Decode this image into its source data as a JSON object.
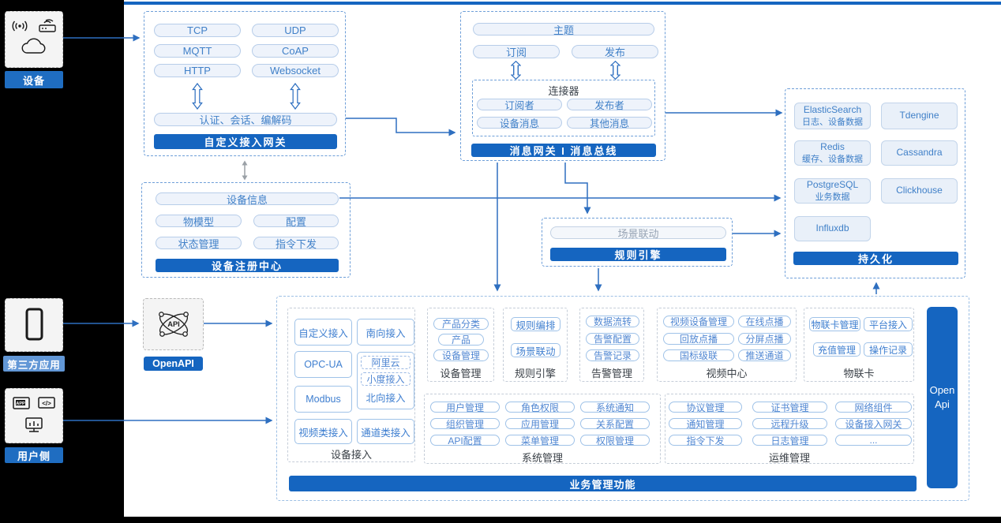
{
  "rails": {
    "device_label": "设备",
    "thirdparty_label": "第三方应用",
    "user_label": "用户侧"
  },
  "gateway": {
    "protocols": [
      "TCP",
      "UDP",
      "MQTT",
      "CoAP",
      "HTTP",
      "Websocket"
    ],
    "auth": "认证、会话、编解码",
    "bar": "自定义接入网关"
  },
  "message": {
    "topic": "主题",
    "subscribe": "订阅",
    "publish": "发布",
    "connector_title": "连接器",
    "connector_items": [
      "订阅者",
      "发布者",
      "设备消息",
      "其他消息"
    ],
    "bar": "消息网关 I 消息总线"
  },
  "registry": {
    "device_info": "设备信息",
    "items": [
      "物模型",
      "配置",
      "状态管理",
      "指令下发"
    ],
    "bar": "设备注册中心"
  },
  "rule": {
    "scene": "场景联动",
    "bar": "规则引擎"
  },
  "persistence": {
    "elasticsearch": "ElasticSearch",
    "elasticsearch_desc": "日志、设备数据",
    "tdengine": "Tdengine",
    "redis": "Redis",
    "redis_desc": "缓存、设备数据",
    "cassandra": "Cassandra",
    "postgresql": "PostgreSQL",
    "postgresql_desc": "业务数据",
    "clickhouse": "Clickhouse",
    "influxdb": "Influxdb",
    "bar": "持久化"
  },
  "openapi": {
    "label": "OpenAPI"
  },
  "business": {
    "access": {
      "label": "设备接入",
      "items": [
        "自定义接入",
        "南向接入",
        "OPC-UA",
        "阿里云",
        "小度接入",
        "北向接入",
        "Modbus",
        "视频类接入",
        "通道类接入"
      ]
    },
    "devmgmt": {
      "label": "设备管理",
      "items": [
        "产品分类",
        "产品",
        "设备管理"
      ]
    },
    "rules": {
      "label": "规则引擎",
      "items": [
        "规则编排",
        "场景联动"
      ]
    },
    "alarm": {
      "label": "告警管理",
      "items": [
        "数据流转",
        "告警配置",
        "告警记录"
      ]
    },
    "video": {
      "label": "视频中心",
      "items": [
        "视频设备管理",
        "在线点播",
        "回放点播",
        "分屏点播",
        "国标级联",
        "推送通道"
      ]
    },
    "iotcard": {
      "label": "物联卡",
      "items": [
        "物联卡管理",
        "平台接入",
        "充值管理",
        "操作记录"
      ]
    },
    "sys": {
      "label": "系统管理",
      "items": [
        "用户管理",
        "角色权限",
        "系统通知",
        "组织管理",
        "应用管理",
        "关系配置",
        "API配置",
        "菜单管理",
        "权限管理"
      ]
    },
    "ops": {
      "label": "运维管理",
      "items": [
        "协议管理",
        "证书管理",
        "网络组件",
        "通知管理",
        "远程升级",
        "设备接入网关",
        "指令下发",
        "日志管理",
        "..."
      ]
    },
    "bar": "业务管理功能",
    "open_api": "Open Api"
  },
  "colors": {
    "accent": "#1565c0",
    "arrow": "#2e6fc0"
  }
}
